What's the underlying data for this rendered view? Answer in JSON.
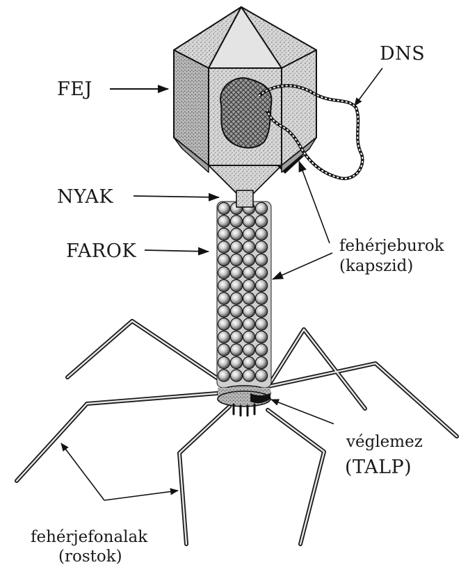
{
  "labels": {
    "head": "FEJ",
    "dna": "DNS",
    "neck": "NYAK",
    "tail": "FAROK",
    "capsid_line1": "fehérjeburok",
    "capsid_line2": "(kapszid)",
    "baseplate_line1": "véglemez",
    "baseplate_line2": "(TALP)",
    "fibers_line1": "fehérjefonalak",
    "fibers_line2": "(rostok)"
  },
  "colors": {
    "ink": "#1a1a1a",
    "shell_light": "#d9d9d9",
    "shell_mid": "#bdbdbd",
    "shell_dark": "#8f8f8f",
    "background": "#ffffff"
  }
}
